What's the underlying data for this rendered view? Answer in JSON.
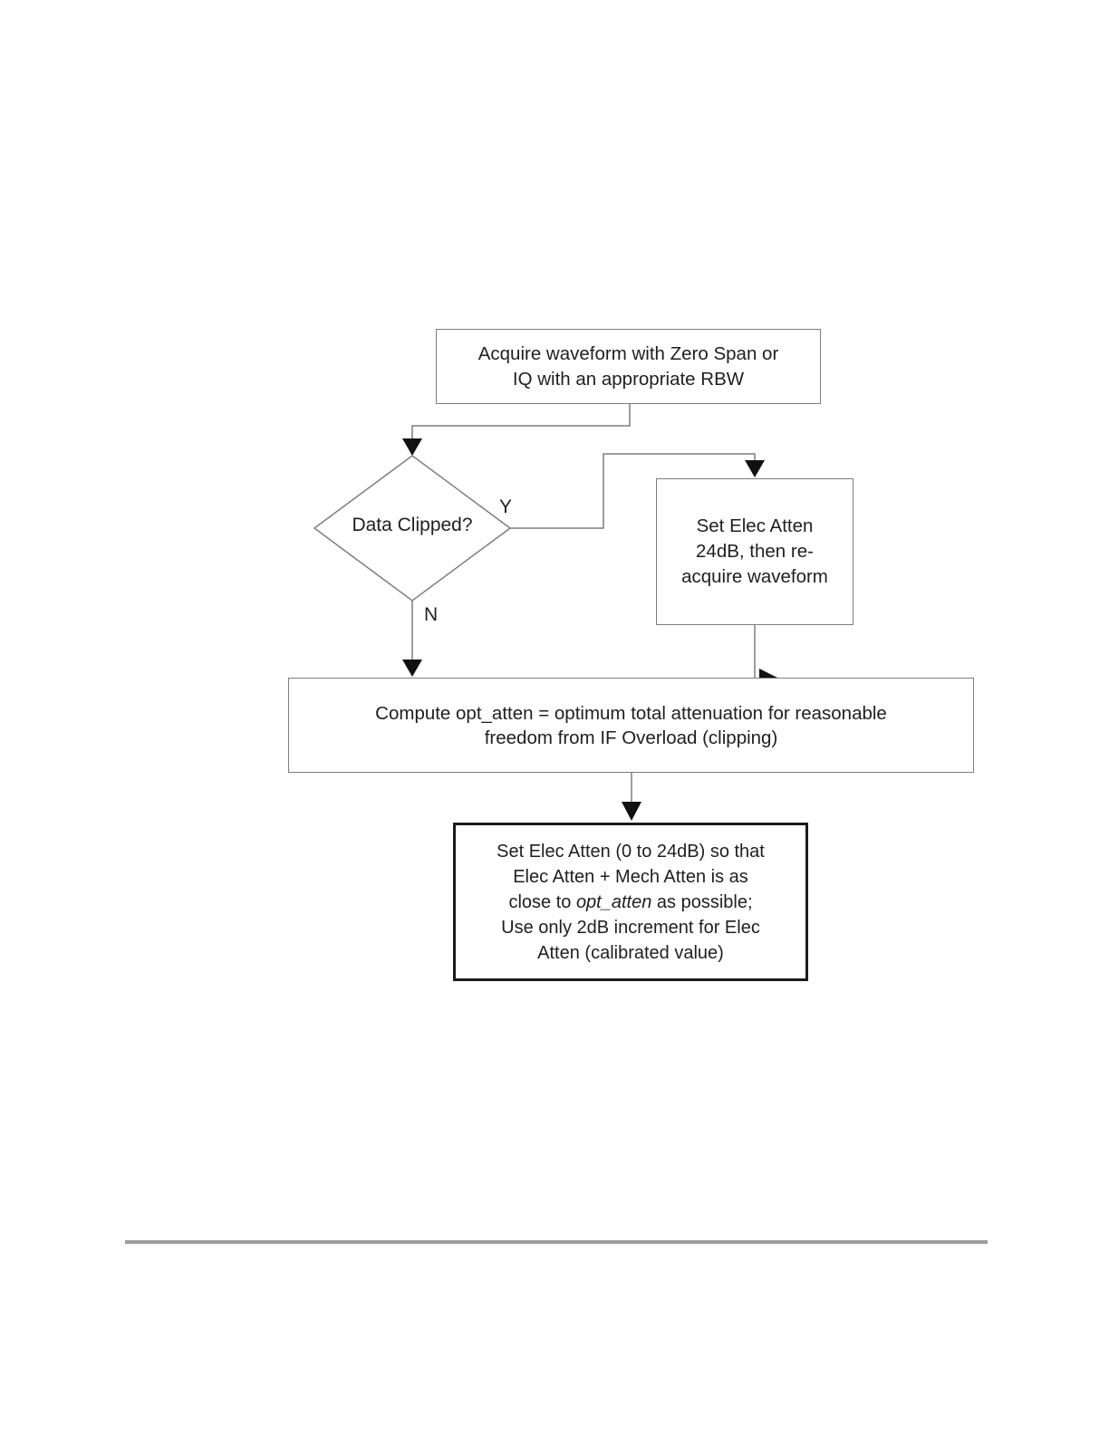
{
  "flowchart": {
    "acquire_box": {
      "line1": "Acquire waveform with Zero Span or",
      "line2": "IQ with an appropriate RBW"
    },
    "decision": {
      "label": "Data Clipped?",
      "yes_label": "Y",
      "no_label": "N"
    },
    "elec_atten_box": {
      "line1": "Set Elec Atten",
      "line2": "24dB, then re-",
      "line3": "acquire waveform"
    },
    "compute_box": {
      "line1": "Compute opt_atten = optimum total attenuation for reasonable",
      "line2": "freedom from IF Overload (clipping)"
    },
    "final_box": {
      "line1": "Set Elec Atten (0 to 24dB) so that",
      "line2": "Elec Atten + Mech Atten is as",
      "line3_pre": "close to ",
      "line3_italic": "opt_atten",
      "line3_post": " as possible;",
      "line4": "Use only 2dB increment for Elec",
      "line5": "Atten (calibrated value)"
    },
    "colors": {
      "connector_line": "#7d7d7d",
      "arrowhead": "#111111",
      "text": "#1f1f1f",
      "final_box_border": "#1b1b1b",
      "bottom_rule": "#9c9c9c"
    }
  }
}
